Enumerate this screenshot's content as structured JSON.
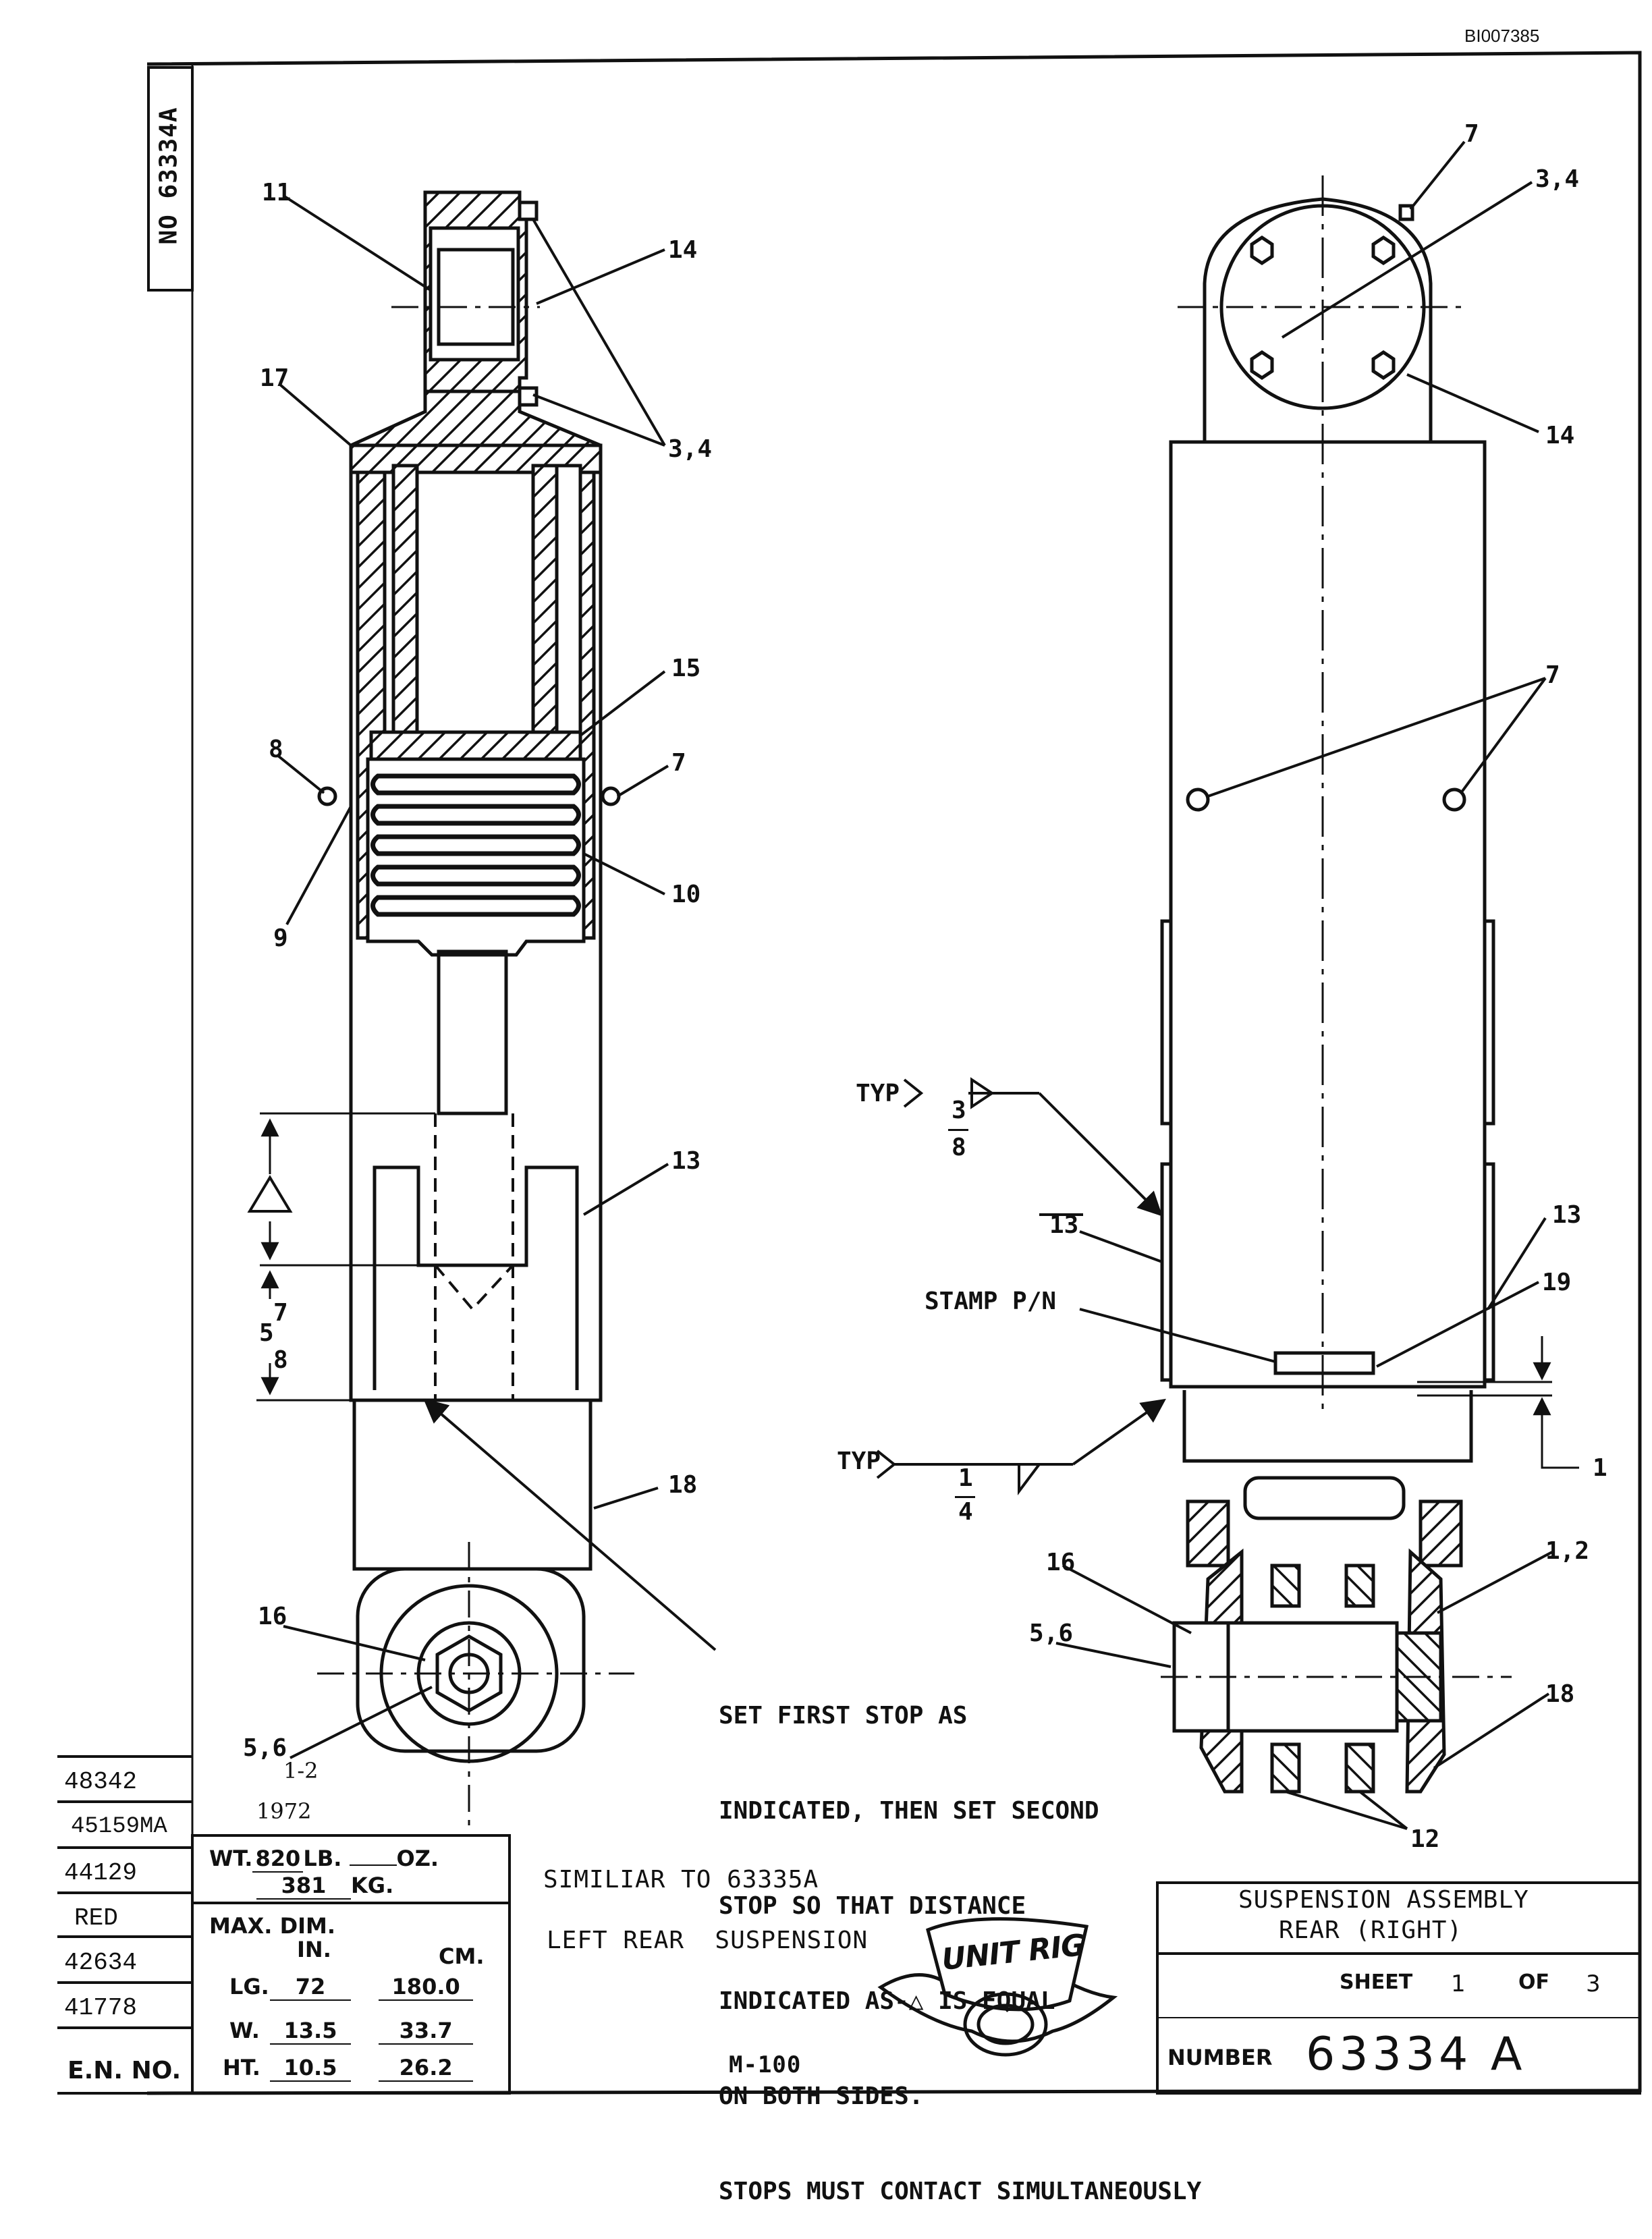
{
  "doc_code": "BI007385",
  "side_number": "NO 63334A",
  "callouts": {
    "c11": "11",
    "c14a": "14",
    "c17": "17",
    "c34a": "3,4",
    "c15": "15",
    "c8": "8",
    "c7a": "7",
    "c9": "9",
    "c10": "10",
    "c13a": "13",
    "c18a": "18",
    "c16a": "16",
    "c56a": "5,6",
    "c7b": "7",
    "c34b": "3,4",
    "c14b": "14",
    "c7c": "7",
    "c13b": "13",
    "c13c": "13",
    "c19": "19",
    "c1": "1",
    "c16b": "16",
    "c12pair": "1,2",
    "c56b": "5,6",
    "c18b": "18",
    "c12": "12"
  },
  "dimensions": {
    "delta_symbol": "△",
    "five_seven_eighths_whole": "5",
    "five_seven_eighths_num": "7",
    "five_seven_eighths_den": "8"
  },
  "welds": {
    "typ_upper": "TYP",
    "typ_upper_num": "3",
    "typ_upper_den": "8",
    "typ_lower": "TYP",
    "typ_lower_num": "1",
    "typ_lower_den": "4",
    "stamp": "STAMP P/N"
  },
  "note_lines": [
    "SET FIRST STOP AS",
    "INDICATED, THEN SET SECOND",
    "STOP SO THAT DISTANCE",
    "INDICATED AS-△ IS EQUAL",
    "ON BOTH SIDES.",
    "STOPS MUST CONTACT SIMULTANEOUSLY"
  ],
  "handwritten": {
    "h1": "1-2",
    "h2": "1972"
  },
  "revisions": [
    "48342",
    "45159MA",
    "44129",
    "RED",
    "42634",
    "41778"
  ],
  "en_no_label": "E.N. NO.",
  "weight": {
    "wt_label": "WT.",
    "lb_value": "820",
    "lb_label": "LB.",
    "oz_value": "",
    "oz_label": "OZ.",
    "kg_value": "381",
    "kg_label": "KG."
  },
  "max_dim": {
    "title": "MAX. DIM.",
    "in_label": "IN.",
    "cm_label": "CM.",
    "rows": [
      {
        "label": "LG.",
        "in": "72",
        "cm": "180.0"
      },
      {
        "label": "W.",
        "in": "13.5",
        "cm": "33.7"
      },
      {
        "label": "HT.",
        "in": "10.5",
        "cm": "26.2"
      }
    ]
  },
  "similar_to": "SIMILIAR TO 63335A",
  "left_rear": "LEFT REAR  SUSPENSION",
  "model": "M-100",
  "logo_text": "UNIT RIG",
  "title_block": {
    "title1": "SUSPENSION ASSEMBLY",
    "title2": "REAR (RIGHT)",
    "sheet_label": "SHEET",
    "sheet_num": "1",
    "of_label": "OF",
    "sheet_total": "3",
    "number_label": "NUMBER",
    "number": "63334 A"
  }
}
